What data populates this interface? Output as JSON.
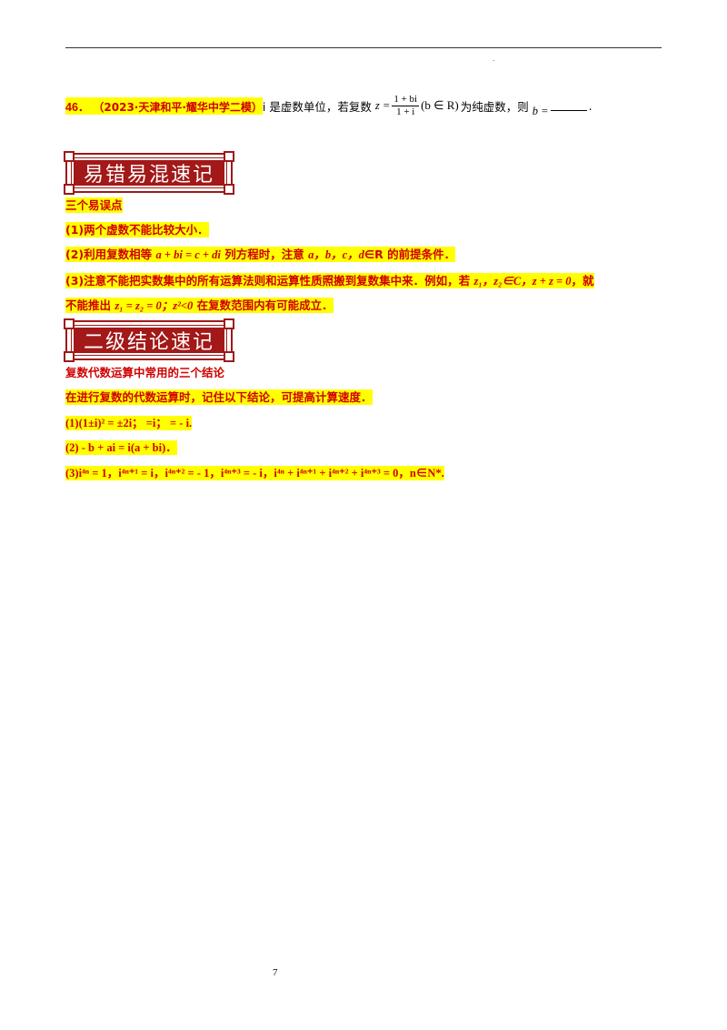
{
  "page_number": "7",
  "question": {
    "number": "46．",
    "source": "（2023·天津和平·耀华中学二模）",
    "text1": "i 是虚数单位，若复数",
    "z_eq": "z =",
    "frac_num": "1 + bi",
    "frac_den": "1 + i",
    "condition": "(b ∈ R)",
    "text2": "为纯虚数，则",
    "answer_lhs": "b =",
    "end": "."
  },
  "section1": {
    "title": "易错易混速记",
    "heading": "三个易误点",
    "line1": "(1)两个虚数不能比较大小．",
    "line2_a": "(2)利用复数相等 ",
    "line2_math": "a + bi = c + di",
    "line2_b": " 列方程时，注意 ",
    "line2_vars": "a，b，c，d",
    "line2_c": "∈R 的前提条件．",
    "line3_a": "(3)注意不能把实数集中的所有运算法则和运算性质照搬到复数集中来．例如，若 ",
    "line3_math": "z₁，z₂∈C，z + z = 0",
    "line3_b": "，就",
    "line4_a": "不能推出 ",
    "line4_math": "z₁ = z₂ = 0；z²<0",
    "line4_b": " 在复数范围内有可能成立．"
  },
  "section2": {
    "title": "二级结论速记",
    "heading": "复数代数运算中常用的三个结论",
    "intro": "在进行复数的代数运算时，记住以下结论，可提高计算速度．",
    "line1": "(1)(1±i)² = ±2i；  =i；  = - i.",
    "line2": "(2) - b + ai = i(a + bi)．",
    "line3": "(3)i⁴ⁿ = 1，i⁴ⁿ⁺¹ = i，i⁴ⁿ⁺² = - 1，i⁴ⁿ⁺³ = - i，i⁴ⁿ + i⁴ⁿ⁺¹ + i⁴ⁿ⁺² + i⁴ⁿ⁺³ = 0，n∈N*."
  }
}
